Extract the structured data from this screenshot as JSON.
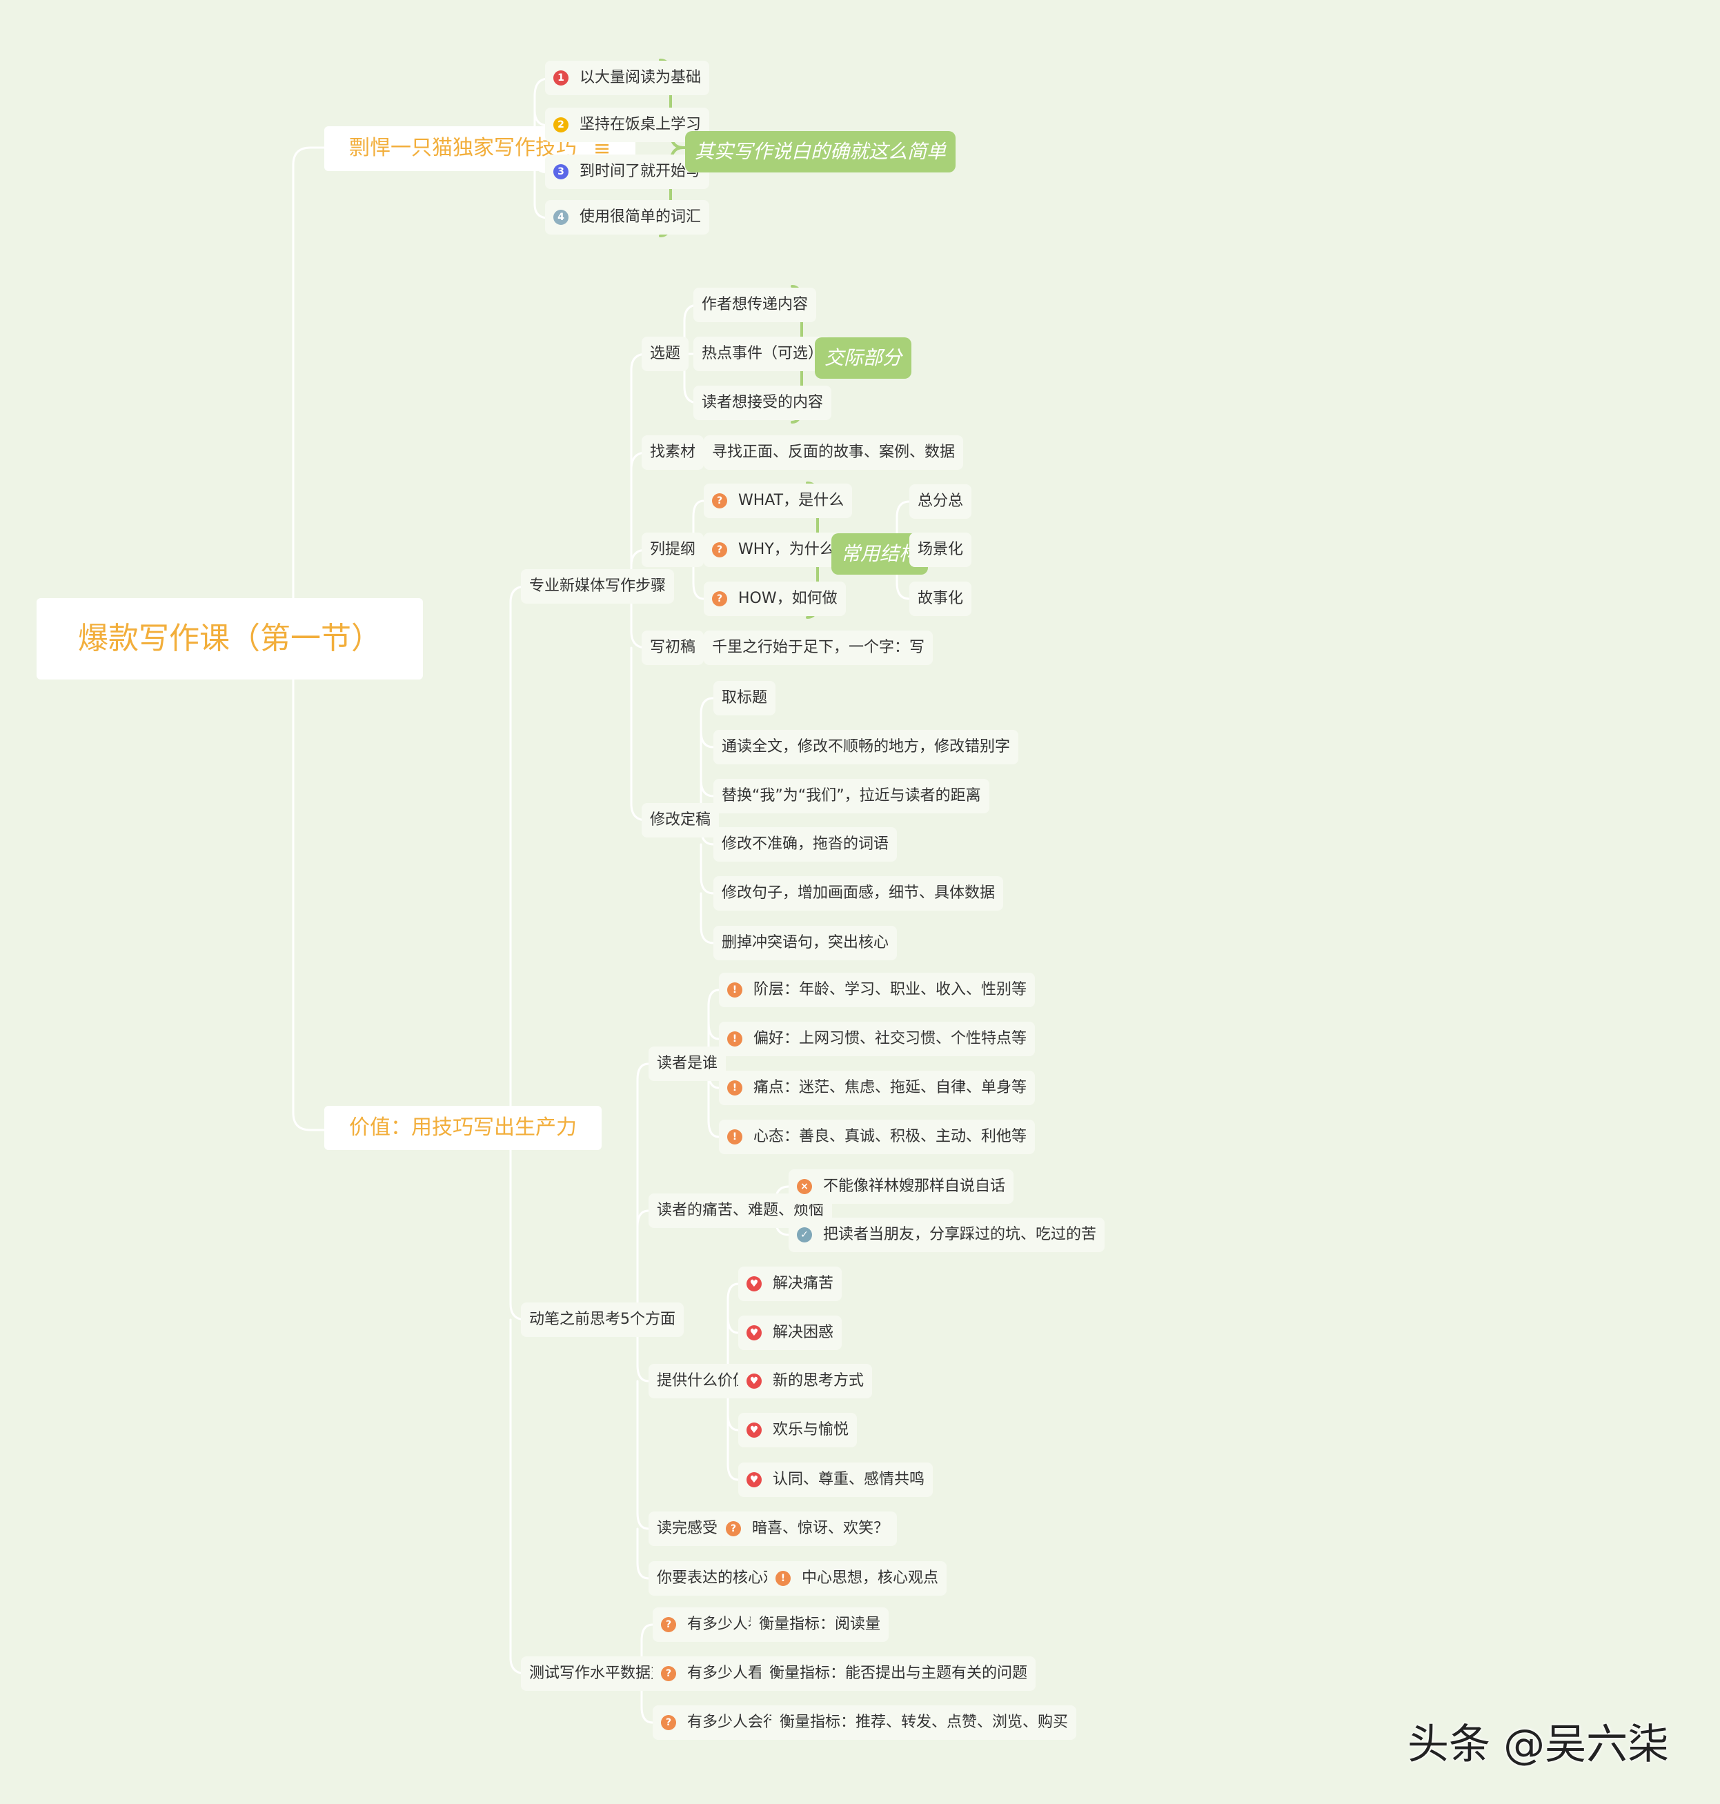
{
  "root": "爆款写作课（第一节）",
  "branch1": {
    "title": "剽悍一只猫独家写作技巧",
    "items": [
      "以大量阅读为基础",
      "坚持在饭桌上学习",
      "到时间了就开始写",
      "使用很简单的词汇"
    ],
    "summary": "其实写作说白的确就这么简单"
  },
  "branch2": {
    "title": "价值：用技巧写出生产力",
    "steps": {
      "title": "专业新媒体写作步骤",
      "xuanti": {
        "label": "选题",
        "items": [
          "作者想传递内容",
          "热点事件（可选）",
          "读者想接受的内容"
        ],
        "summary": "交际部分"
      },
      "sucai": {
        "label": "找素材",
        "item": "寻找正面、反面的故事、案例、数据"
      },
      "tigang": {
        "label": "列提纲",
        "items": [
          "WHAT，是什么",
          "WHY，为什么",
          "HOW，如何做"
        ],
        "summary": "常用结构",
        "structures": [
          "总分总",
          "场景化",
          "故事化"
        ]
      },
      "chugao": {
        "label": "写初稿",
        "item": "千里之行始于足下，一个字：写"
      },
      "xiugai": {
        "label": "修改定稿",
        "items": [
          "取标题",
          "通读全文，修改不顺畅的地方，修改错别字",
          "替换“我”为“我们”，拉近与读者的距离",
          "修改不准确，拖沓的词语",
          "修改句子，增加画面感，细节、具体数据",
          "删掉冲突语句，突出核心"
        ]
      }
    },
    "think": {
      "title": "动笔之前思考5个方面",
      "reader": {
        "label": "读者是谁",
        "items": [
          "阶层：年龄、学习、职业、收入、性别等",
          "偏好：上网习惯、社交习惯、个性特点等",
          "痛点：迷茫、焦虑、拖延、自律、单身等",
          "心态：善良、真诚、积极、主动、利他等"
        ]
      },
      "pain": {
        "label": "读者的痛苦、难题、烦恼",
        "items": [
          "不能像祥林嫂那样自说自话",
          "把读者当朋友，分享踩过的坑、吃过的苦"
        ]
      },
      "value": {
        "label": "提供什么价值",
        "items": [
          "解决痛苦",
          "解决困惑",
          "新的思考方式",
          "欢乐与愉悦",
          "认同、尊重、感情共鸣"
        ]
      },
      "feel": {
        "label": "读完感受",
        "item": "暗喜、惊讶、欢笑？"
      },
      "core": {
        "label": "你要表达的核心观点",
        "item": "中心思想，核心观点"
      }
    },
    "test": {
      "title": "测试写作水平数据支持",
      "rows": [
        {
          "label": "有多少人看",
          "metric": "衡量指标：阅读量"
        },
        {
          "label": "有多少人看完",
          "metric": "衡量指标：能否提出与主题有关的问题"
        },
        {
          "label": "有多少人会行动",
          "metric": "衡量指标：推荐、转发、点赞、浏览、购买"
        }
      ]
    }
  },
  "watermark": "头条 @吴六柒",
  "colors": {
    "background": "#eef4e6",
    "node": "#f6f9f1",
    "accent": "#f2ae3b",
    "line": "#ffffff",
    "summary": "#a8d178"
  }
}
